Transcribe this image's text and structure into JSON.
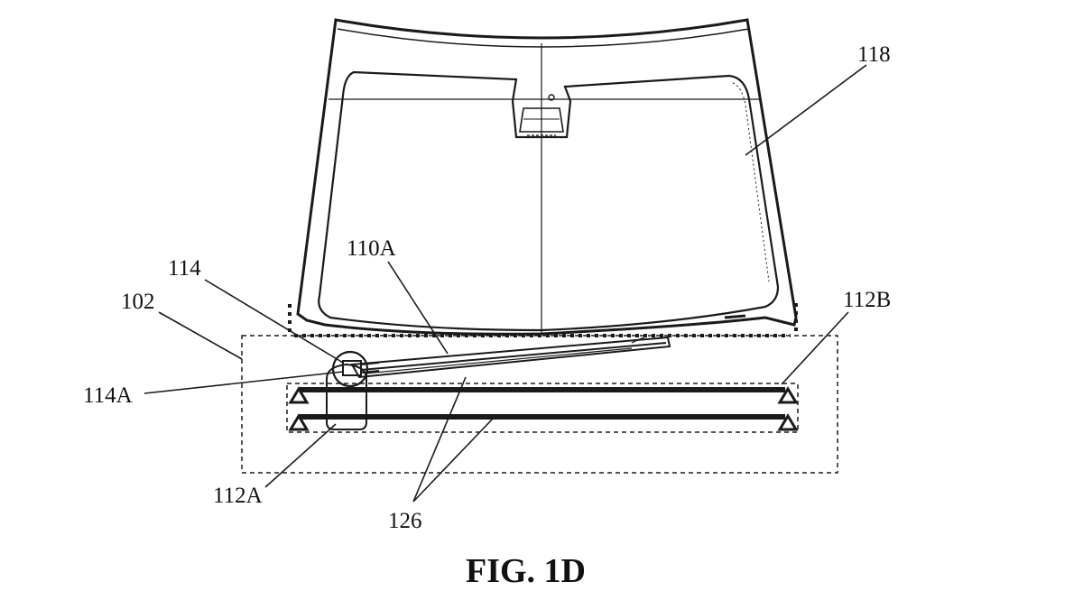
{
  "figure": {
    "caption": "FIG. 1D",
    "reference_numerals": {
      "windshield": "118",
      "wiper_arm": "110A",
      "wiper_pivot": "114",
      "pivot_hub": "114A",
      "wiper_system_boundary": "102",
      "guide_rails": "112B",
      "drive_unit": "112A",
      "rail_slots": "126"
    }
  }
}
